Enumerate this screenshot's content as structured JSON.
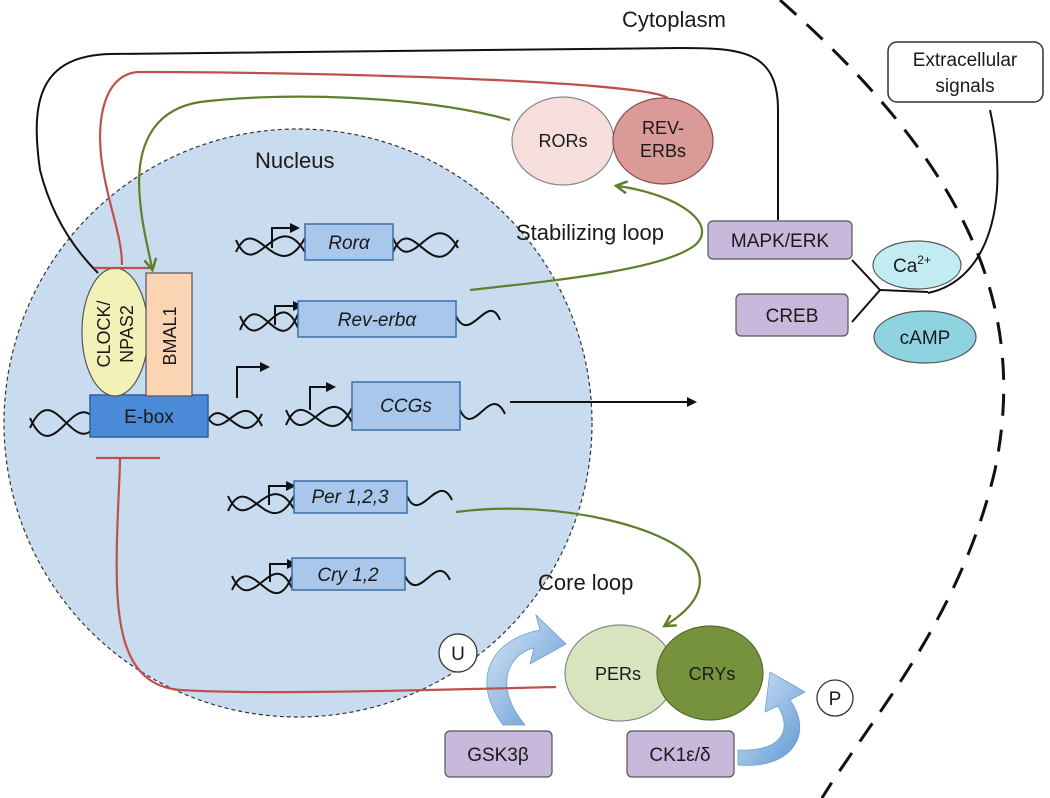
{
  "regions": {
    "cytoplasm": "Cytoplasm",
    "nucleus": "Nucleus",
    "extracellular": [
      "Extracellular",
      "signals"
    ]
  },
  "loops": {
    "stabilizing": "Stabilizing loop",
    "core": "Core loop"
  },
  "genes": {
    "rora": "Rorα",
    "reverba": "Rev-erbα",
    "ccgs": "CCGs",
    "per": "Per 1,2,3",
    "cry": "Cry 1,2",
    "ebox": "E-box"
  },
  "proteins": {
    "clock": "CLOCK/",
    "npas2": "NPAS2",
    "bmal1": "BMAL1",
    "rors": "RORs",
    "reverbs": [
      "REV-",
      "ERBs"
    ],
    "pers": "PERs",
    "crys": "CRYs"
  },
  "signaling": {
    "mapk": "MAPK/ERK",
    "creb": "CREB",
    "ca_base": "Ca",
    "ca_sup": "2+",
    "camp": "cAMP",
    "gsk": "GSK3β",
    "ck1": "CK1ε/δ",
    "ubiquitin": "U",
    "phospho": "P"
  },
  "colors": {
    "nucleus_fill": "#c9dcef",
    "gene_box": "#a9c7ea",
    "ebox": "#4a8ad6",
    "kinase": "#c8b8db",
    "inhibit": "#c0504d",
    "activate": "#5f7f2c",
    "ror": "#f6dedd",
    "reverb": "#da9a97",
    "per": "#d7e4bd",
    "cry": "#76923c",
    "clock": "#f2f1b8",
    "bmal": "#fbd4b4",
    "calcium": "#c2ecf1",
    "camp": "#8fd3e0"
  }
}
